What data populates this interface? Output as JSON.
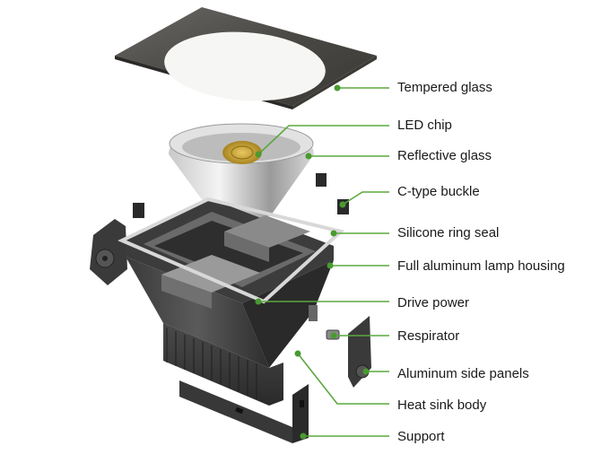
{
  "colors": {
    "leader": "#5aa83e",
    "dot": "#4a9a30"
  },
  "labels": [
    {
      "id": "tempered-glass",
      "text": "Tempered glass"
    },
    {
      "id": "led-chip",
      "text": "LED chip"
    },
    {
      "id": "reflective-glass",
      "text": "Reflective glass"
    },
    {
      "id": "c-type-buckle",
      "text": "C-type buckle"
    },
    {
      "id": "silicone-ring-seal",
      "text": "Silicone ring seal"
    },
    {
      "id": "full-aluminum-lamp-housing",
      "text": "Full aluminum lamp housing"
    },
    {
      "id": "drive-power",
      "text": "Drive power"
    },
    {
      "id": "respirator",
      "text": "Respirator"
    },
    {
      "id": "aluminum-side-panels",
      "text": "Aluminum side panels"
    },
    {
      "id": "heat-sink-body",
      "text": "Heat sink body"
    },
    {
      "id": "support",
      "text": "Support"
    }
  ]
}
